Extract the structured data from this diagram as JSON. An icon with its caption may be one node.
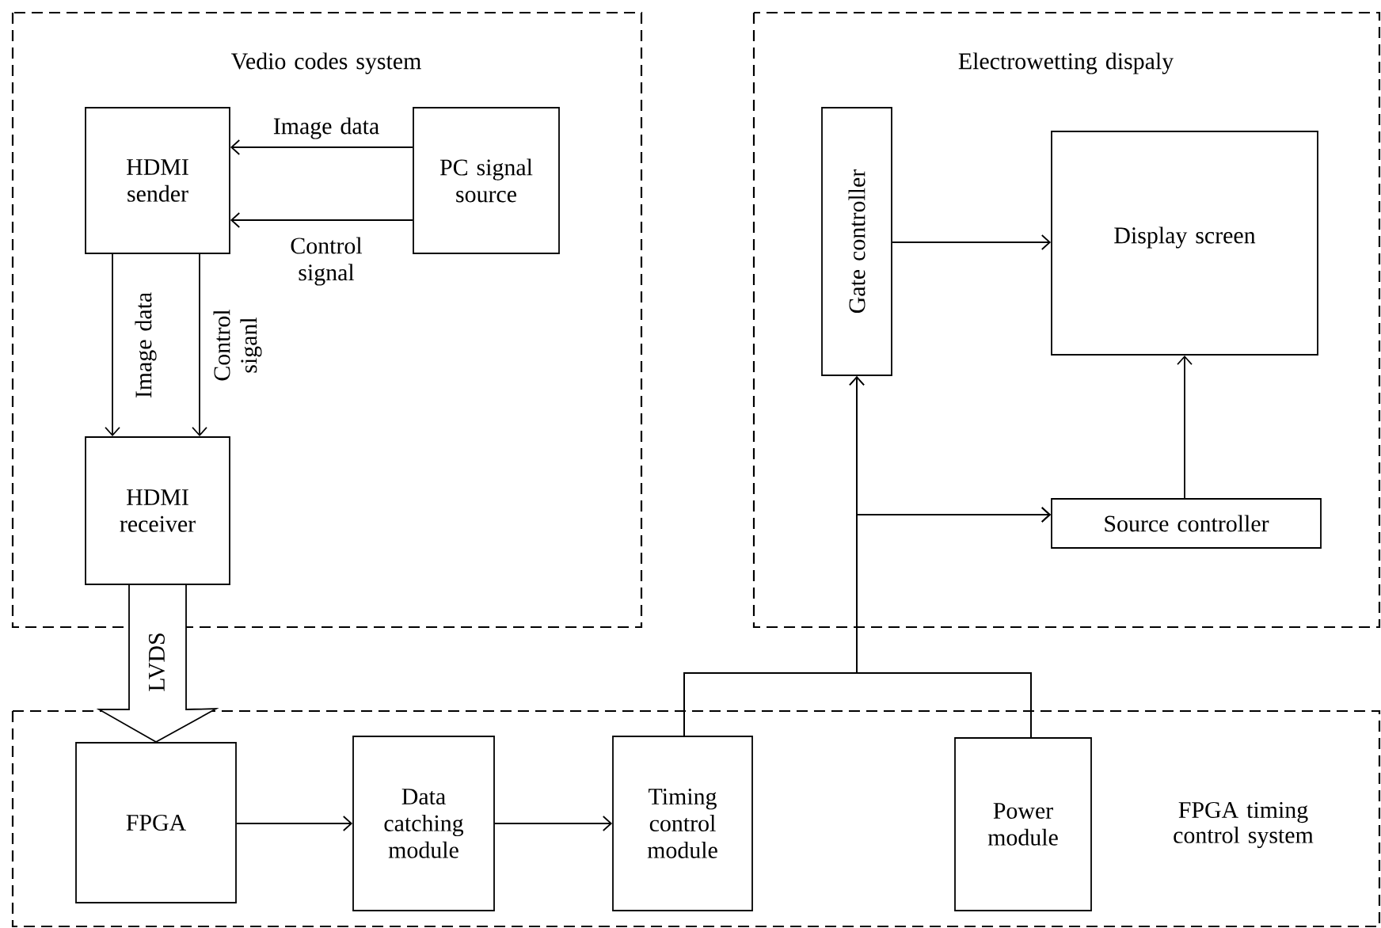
{
  "diagram": {
    "nodes": [
      {
        "text": [
          "Vedio codes system"
        ]
      },
      {
        "text": [
          "HDMI sender"
        ],
        "in": 0
      },
      {
        "text": [
          "PC signal source"
        ],
        "in": 0
      },
      {
        "text": [
          "HDMI receiver"
        ],
        "in": 0
      },
      {
        "text": [
          "Electrowetting dispaly"
        ]
      },
      {
        "text": [
          "Gate controller"
        ],
        "in": 4
      },
      {
        "text": [
          "Display screen"
        ],
        "in": 4
      },
      {
        "text": [
          "Source controller"
        ],
        "in": 4
      },
      {
        "text": [
          "FPGA timing control system"
        ]
      },
      {
        "text": [
          "FPGA"
        ],
        "in": 8
      },
      {
        "text": [
          "Data catching module"
        ],
        "in": 8
      },
      {
        "text": [
          "Timing control module"
        ],
        "in": 8
      },
      {
        "text": [
          "Power module"
        ],
        "in": 8
      }
    ],
    "edges": [
      {
        "from": 2,
        "to": 1,
        "arrow": "to",
        "label": "Image data"
      },
      {
        "from": 2,
        "to": 1,
        "arrow": "to",
        "label": "Control signal"
      },
      {
        "from": 1,
        "to": 3,
        "arrow": "to",
        "label": "Image data"
      },
      {
        "from": 1,
        "to": 3,
        "arrow": "to",
        "label": "Control siganl"
      },
      {
        "from": 3,
        "to": 9,
        "arrow": "to",
        "label": "LVDS",
        "style": "thick"
      },
      {
        "from": 11,
        "to": 5,
        "arrow": "to"
      },
      {
        "from": 11,
        "to": 7,
        "arrow": "to"
      },
      {
        "from": 12,
        "to": 5,
        "arrow": "to"
      },
      {
        "from": 12,
        "to": 7,
        "arrow": "to"
      },
      {
        "from": 5,
        "to": 6,
        "arrow": "to"
      },
      {
        "from": 7,
        "to": 6,
        "arrow": "to"
      },
      {
        "from": 9,
        "to": 10,
        "arrow": "to"
      },
      {
        "from": 10,
        "to": 11,
        "arrow": "to"
      }
    ]
  }
}
